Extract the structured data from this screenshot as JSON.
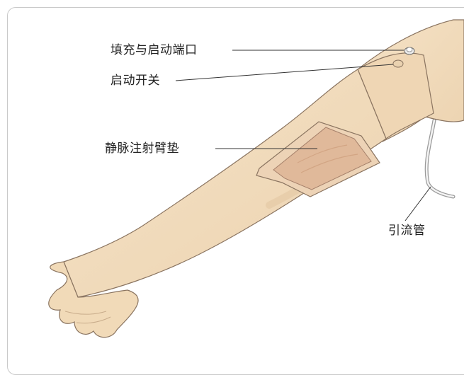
{
  "labels": {
    "fill_port": "填充与启动端口",
    "start_switch": "启动开关",
    "iv_pad": "静脉注射臂垫",
    "drain_tube": "引流管"
  },
  "colors": {
    "skin": "#f2dcbc",
    "skin_shadow": "#e6c9a3",
    "outline": "#8a7460",
    "pad": "#e0b99a",
    "pad_frame": "#edd3b6",
    "leader": "#333333",
    "frame_border": "#c9c9c9"
  }
}
